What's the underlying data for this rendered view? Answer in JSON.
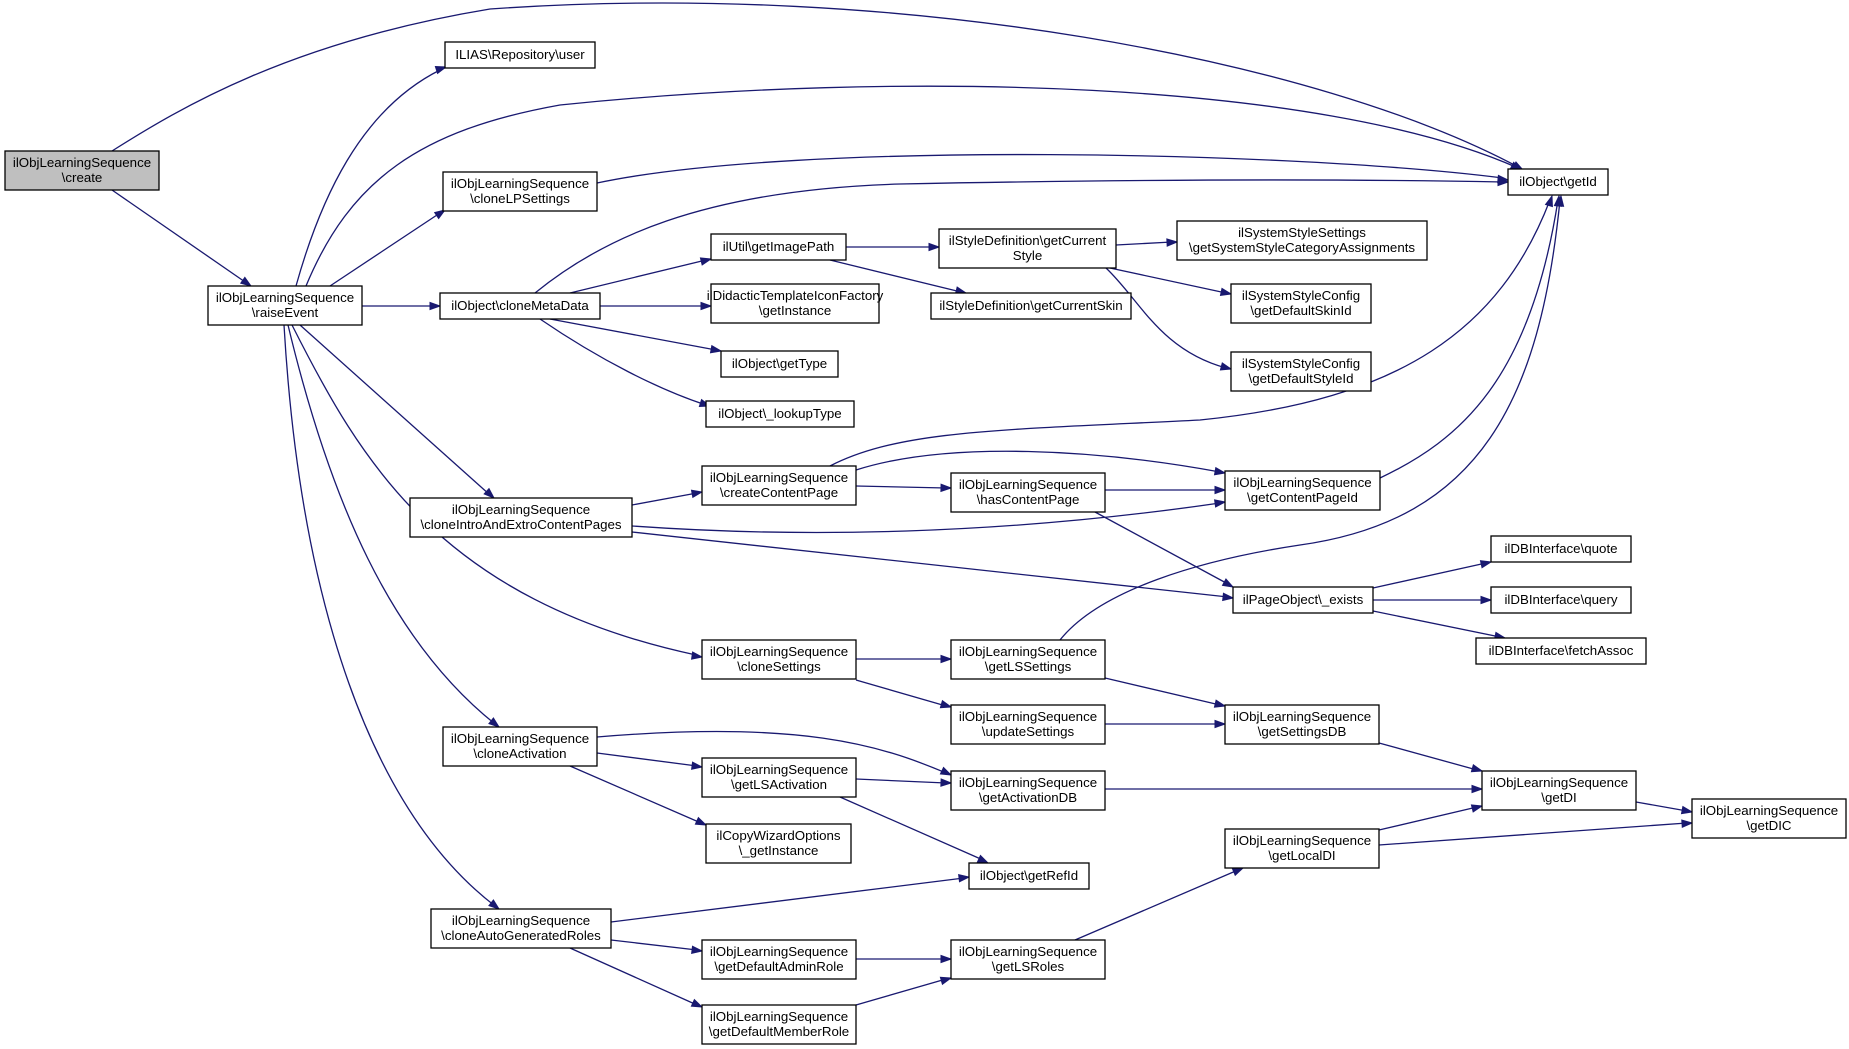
{
  "colors": {
    "edge": "#191970",
    "root_fill": "#bfbfbf",
    "node_fill": "#ffffff",
    "border": "#000000"
  },
  "nodes": [
    {
      "id": "create",
      "root": true,
      "lines": [
        "ilObjLearningSequence",
        "\\create"
      ]
    },
    {
      "id": "raiseEvent",
      "lines": [
        "ilObjLearningSequence",
        "\\raiseEvent"
      ]
    },
    {
      "id": "repoUser",
      "lines": [
        "ILIAS\\Repository\\user"
      ]
    },
    {
      "id": "cloneLPSettings",
      "lines": [
        "ilObjLearningSequence",
        "\\cloneLPSettings"
      ]
    },
    {
      "id": "getId",
      "lines": [
        "ilObject\\getId"
      ]
    },
    {
      "id": "cloneMetaData",
      "lines": [
        "ilObject\\cloneMetaData"
      ]
    },
    {
      "id": "getImagePath",
      "lines": [
        "ilUtil\\getImagePath"
      ]
    },
    {
      "id": "getCurrentStyle",
      "lines": [
        "ilStyleDefinition\\getCurrent",
        "Style"
      ]
    },
    {
      "id": "getSystemStyleCategoryAssignments",
      "lines": [
        "ilSystemStyleSettings",
        "\\getSystemStyleCategoryAssignments"
      ]
    },
    {
      "id": "didacticGetInstance",
      "lines": [
        "ilDidacticTemplateIconFactory",
        "\\getInstance"
      ]
    },
    {
      "id": "getCurrentSkin",
      "lines": [
        "ilStyleDefinition\\getCurrentSkin"
      ]
    },
    {
      "id": "getDefaultSkinId",
      "lines": [
        "ilSystemStyleConfig",
        "\\getDefaultSkinId"
      ]
    },
    {
      "id": "getType",
      "lines": [
        "ilObject\\getType"
      ]
    },
    {
      "id": "getDefaultStyleId",
      "lines": [
        "ilSystemStyleConfig",
        "\\getDefaultStyleId"
      ]
    },
    {
      "id": "lookupType",
      "lines": [
        "ilObject\\_lookupType"
      ]
    },
    {
      "id": "createContentPage",
      "lines": [
        "ilObjLearningSequence",
        "\\createContentPage"
      ]
    },
    {
      "id": "cloneIntroAndExtro",
      "lines": [
        "ilObjLearningSequence",
        "\\cloneIntroAndExtroContentPages"
      ]
    },
    {
      "id": "hasContentPage",
      "lines": [
        "ilObjLearningSequence",
        "\\hasContentPage"
      ]
    },
    {
      "id": "getContentPageId",
      "lines": [
        "ilObjLearningSequence",
        "\\getContentPageId"
      ]
    },
    {
      "id": "dbQuote",
      "lines": [
        "ilDBInterface\\quote"
      ]
    },
    {
      "id": "pageExists",
      "lines": [
        "ilPageObject\\_exists"
      ]
    },
    {
      "id": "dbQuery",
      "lines": [
        "ilDBInterface\\query"
      ]
    },
    {
      "id": "dbFetchAssoc",
      "lines": [
        "ilDBInterface\\fetchAssoc"
      ]
    },
    {
      "id": "cloneSettings",
      "lines": [
        "ilObjLearningSequence",
        "\\cloneSettings"
      ]
    },
    {
      "id": "getLSSettings",
      "lines": [
        "ilObjLearningSequence",
        "\\getLSSettings"
      ]
    },
    {
      "id": "updateSettings",
      "lines": [
        "ilObjLearningSequence",
        "\\updateSettings"
      ]
    },
    {
      "id": "getSettingsDB",
      "lines": [
        "ilObjLearningSequence",
        "\\getSettingsDB"
      ]
    },
    {
      "id": "cloneActivation",
      "lines": [
        "ilObjLearningSequence",
        "\\cloneActivation"
      ]
    },
    {
      "id": "getLSActivation",
      "lines": [
        "ilObjLearningSequence",
        "\\getLSActivation"
      ]
    },
    {
      "id": "getActivationDB",
      "lines": [
        "ilObjLearningSequence",
        "\\getActivationDB"
      ]
    },
    {
      "id": "getDI",
      "lines": [
        "ilObjLearningSequence",
        "\\getDI"
      ]
    },
    {
      "id": "getDIC",
      "lines": [
        "ilObjLearningSequence",
        "\\getDIC"
      ]
    },
    {
      "id": "copyWizardGetInstance",
      "lines": [
        "ilCopyWizardOptions",
        "\\_getInstance"
      ]
    },
    {
      "id": "getLocalDI",
      "lines": [
        "ilObjLearningSequence",
        "\\getLocalDI"
      ]
    },
    {
      "id": "getRefId",
      "lines": [
        "ilObject\\getRefId"
      ]
    },
    {
      "id": "cloneAutoGeneratedRoles",
      "lines": [
        "ilObjLearningSequence",
        "\\cloneAutoGeneratedRoles"
      ]
    },
    {
      "id": "getDefaultAdminRole",
      "lines": [
        "ilObjLearningSequence",
        "\\getDefaultAdminRole"
      ]
    },
    {
      "id": "getLSRoles",
      "lines": [
        "ilObjLearningSequence",
        "\\getLSRoles"
      ]
    },
    {
      "id": "getDefaultMemberRole",
      "lines": [
        "ilObjLearningSequence",
        "\\getDefaultMemberRole"
      ]
    }
  ],
  "edges": [
    [
      "create",
      "getId"
    ],
    [
      "create",
      "raiseEvent"
    ],
    [
      "raiseEvent",
      "repoUser"
    ],
    [
      "raiseEvent",
      "getId"
    ],
    [
      "raiseEvent",
      "cloneLPSettings"
    ],
    [
      "raiseEvent",
      "cloneMetaData"
    ],
    [
      "raiseEvent",
      "cloneIntroAndExtro"
    ],
    [
      "raiseEvent",
      "cloneSettings"
    ],
    [
      "raiseEvent",
      "cloneActivation"
    ],
    [
      "raiseEvent",
      "cloneAutoGeneratedRoles"
    ],
    [
      "cloneLPSettings",
      "getId"
    ],
    [
      "cloneMetaData",
      "getId"
    ],
    [
      "cloneMetaData",
      "getImagePath"
    ],
    [
      "cloneMetaData",
      "didacticGetInstance"
    ],
    [
      "cloneMetaData",
      "getType"
    ],
    [
      "cloneMetaData",
      "lookupType"
    ],
    [
      "getImagePath",
      "getCurrentStyle"
    ],
    [
      "getImagePath",
      "getCurrentSkin"
    ],
    [
      "getCurrentStyle",
      "getSystemStyleCategoryAssignments"
    ],
    [
      "getCurrentStyle",
      "getDefaultSkinId"
    ],
    [
      "getCurrentStyle",
      "getDefaultStyleId"
    ],
    [
      "cloneIntroAndExtro",
      "createContentPage"
    ],
    [
      "cloneIntroAndExtro",
      "getContentPageId"
    ],
    [
      "cloneIntroAndExtro",
      "pageExists"
    ],
    [
      "createContentPage",
      "getId"
    ],
    [
      "createContentPage",
      "getContentPageId"
    ],
    [
      "createContentPage",
      "hasContentPage"
    ],
    [
      "hasContentPage",
      "getContentPageId"
    ],
    [
      "hasContentPage",
      "pageExists"
    ],
    [
      "getContentPageId",
      "getId"
    ],
    [
      "pageExists",
      "dbQuote"
    ],
    [
      "pageExists",
      "dbQuery"
    ],
    [
      "pageExists",
      "dbFetchAssoc"
    ],
    [
      "cloneSettings",
      "getLSSettings"
    ],
    [
      "cloneSettings",
      "updateSettings"
    ],
    [
      "getLSSettings",
      "getId"
    ],
    [
      "getLSSettings",
      "getSettingsDB"
    ],
    [
      "updateSettings",
      "getSettingsDB"
    ],
    [
      "getSettingsDB",
      "getDI"
    ],
    [
      "cloneActivation",
      "getActivationDB"
    ],
    [
      "cloneActivation",
      "getLSActivation"
    ],
    [
      "cloneActivation",
      "copyWizardGetInstance"
    ],
    [
      "getLSActivation",
      "getActivationDB"
    ],
    [
      "getLSActivation",
      "getRefId"
    ],
    [
      "getActivationDB",
      "getDI"
    ],
    [
      "getDI",
      "getDIC"
    ],
    [
      "getLocalDI",
      "getDI"
    ],
    [
      "getLocalDI",
      "getDIC"
    ],
    [
      "cloneAutoGeneratedRoles",
      "getRefId"
    ],
    [
      "cloneAutoGeneratedRoles",
      "getDefaultAdminRole"
    ],
    [
      "cloneAutoGeneratedRoles",
      "getDefaultMemberRole"
    ],
    [
      "getDefaultAdminRole",
      "getLSRoles"
    ],
    [
      "getDefaultMemberRole",
      "getLSRoles"
    ],
    [
      "getLSRoles",
      "getLocalDI"
    ]
  ]
}
